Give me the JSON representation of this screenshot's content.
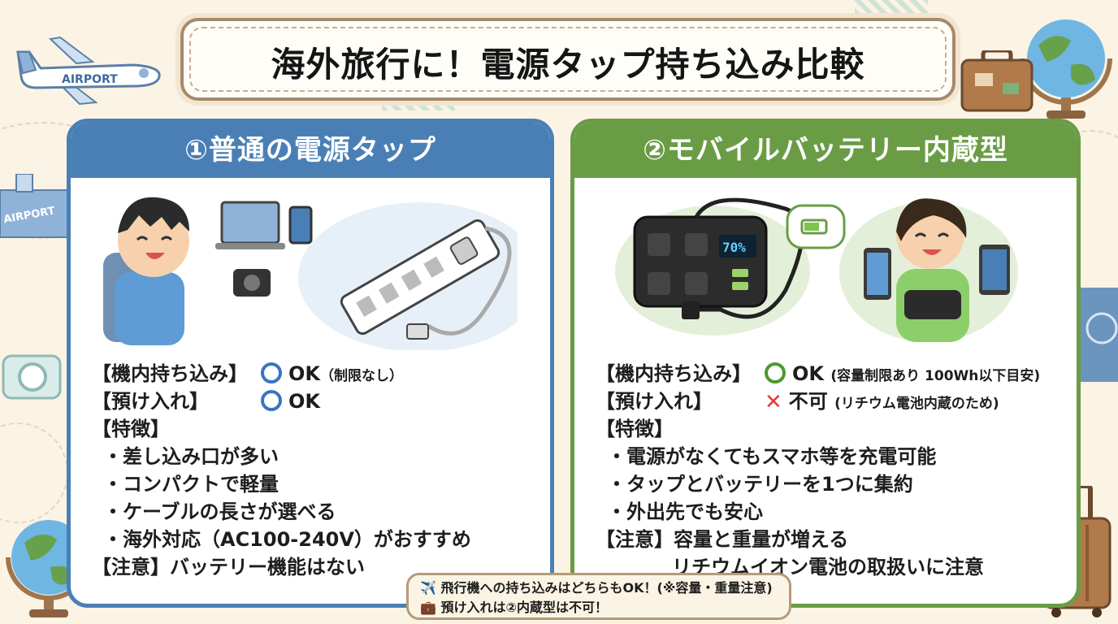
{
  "title": "海外旅行に！電源タップ持ち込み比較",
  "decor": {
    "airport_text": "AIRPORT"
  },
  "panel1": {
    "heading": "①普通の電源タップ",
    "carry_on_label": "【機内持ち込み】",
    "carry_on_value": "OK",
    "carry_on_note": "（制限なし）",
    "checked_label": "【預け入れ】",
    "checked_value": "OK",
    "features_label": "【特徴】",
    "features": [
      "・差し込み口が多い",
      "・コンパクトで軽量",
      "・ケーブルの長さが選べる",
      "・海外対応（AC100-240V）がおすすめ"
    ],
    "caution_label": "【注意】",
    "caution_text": "バッテリー機能はない"
  },
  "panel2": {
    "heading": "②モバイルバッテリー内蔵型",
    "display": "70%",
    "carry_on_label": "【機内持ち込み】",
    "carry_on_value": "OK",
    "carry_on_note": "(容量制限あり 100Wh以下目安)",
    "checked_label": "【預け入れ】",
    "checked_value": "不可",
    "checked_note": "(リチウム電池内蔵のため)",
    "features_label": "【特徴】",
    "features": [
      "・電源がなくてもスマホ等を充電可能",
      "・タップとバッテリーを1つに集約",
      "・外出先でも安心"
    ],
    "caution_label": "【注意】",
    "caution_line1": "容量と重量が増える",
    "caution_line2": "リチウムイオン電池の取扱いに注意"
  },
  "note": {
    "icon1": "✈️",
    "line1": "飛行機への持ち込みはどちらもOK！(※容量・重量注意)",
    "icon2": "💼",
    "line2": "預け入れは②内蔵型は不可！"
  },
  "colors": {
    "blue": "#4a7fb6",
    "green": "#6a9c45",
    "ok_circle_blue": "#3b73c4",
    "ok_circle_green": "#4c9a2f",
    "ng_cross": "#e03a3a",
    "background": "#fbf3e4"
  }
}
